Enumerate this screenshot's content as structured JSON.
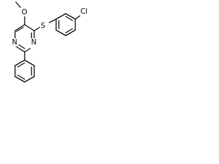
{
  "structure": {
    "atoms": {
      "methoxy_oxygen": "O",
      "sulfur": "S",
      "chlorine": "Cl",
      "nitrogen_upper": "N",
      "nitrogen_lower": "N"
    },
    "colors": {
      "bond": "#000000",
      "label": "#000000",
      "background": "#ffffff"
    }
  }
}
